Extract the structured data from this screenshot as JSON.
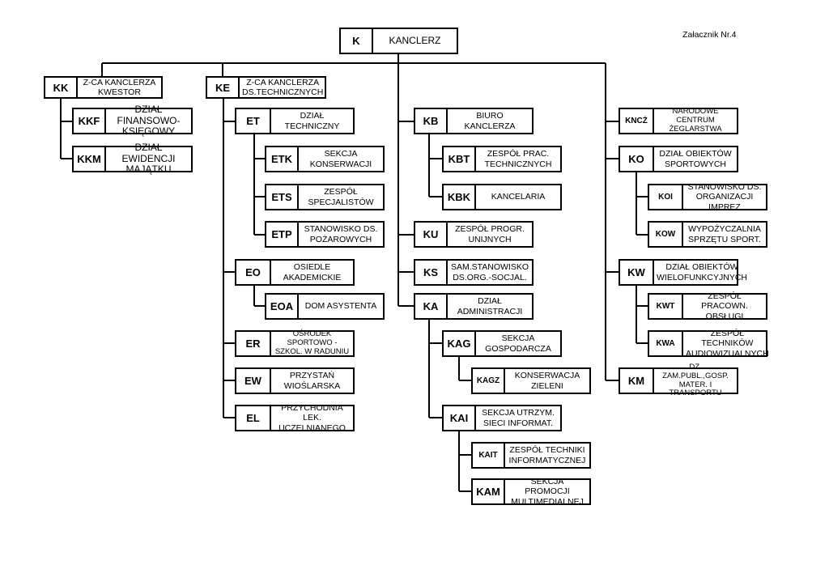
{
  "annex_label": "Załacznik Nr.4",
  "units": {
    "k": {
      "code": "K",
      "label": "KANCLERZ"
    },
    "kk": {
      "code": "KK",
      "label": "Z-CA KANCLERZA\nKWESTOR"
    },
    "kkf": {
      "code": "KKF",
      "label": "DZIAŁ FINANSOWO-\nKSIĘGOWY"
    },
    "kkm": {
      "code": "KKM",
      "label": "DZIAŁ EWIDENCJI\nMAJĄTKU"
    },
    "ke": {
      "code": "KE",
      "label": "Z-CA KANCLERZA\nDS.TECHNICZNYCH"
    },
    "et": {
      "code": "ET",
      "label": "DZIAŁ TECHNICZNY"
    },
    "etk": {
      "code": "ETK",
      "label": "SEKCJA\nKONSERWACJI"
    },
    "ets": {
      "code": "ETS",
      "label": "ZESPÓŁ\nSPECJALISTÓW"
    },
    "etp": {
      "code": "ETP",
      "label": "STANOWISKO DS.\nPOŻAROWYCH"
    },
    "eo": {
      "code": "EO",
      "label": "OSIEDLE\nAKADEMICKIE"
    },
    "eoa": {
      "code": "EOA",
      "label": "DOM ASYSTENTA"
    },
    "er": {
      "code": "ER",
      "label": "OŚRODEK SPORTOWO -\nSZKOL. W RADUNIU"
    },
    "ew": {
      "code": "EW",
      "label": "PRZYSTAŃ\nWIOŚLARSKA"
    },
    "el": {
      "code": "EL",
      "label": "PRZYCHODNIA LEK.\nUCZELNIANEGO"
    },
    "kb": {
      "code": "KB",
      "label": "BIURO KANCLERZA"
    },
    "kbt": {
      "code": "KBT",
      "label": "ZESPÓŁ PRAC.\nTECHNICZNYCH"
    },
    "kbk": {
      "code": "KBK",
      "label": "KANCELARIA"
    },
    "ku": {
      "code": "KU",
      "label": "ZESPÓŁ PROGR.\nUNIJNYCH"
    },
    "ks": {
      "code": "KS",
      "label": "SAM.STANOWISKO\nDS.ORG.-SOCJAL."
    },
    "ka": {
      "code": "KA",
      "label": "DZIAŁ ADMINISTRACJI"
    },
    "kag": {
      "code": "KAG",
      "label": "SEKCJA\nGOSPODARCZA"
    },
    "kagz": {
      "code": "KAGZ",
      "label": "KONSERWACJA\nZIELENI"
    },
    "kai": {
      "code": "KAI",
      "label": "SEKCJA UTRZYM.\nSIECI INFORMAT."
    },
    "kait": {
      "code": "KAIT",
      "label": "ZESPÓŁ TECHNIKI\nINFORMATYCZNEJ"
    },
    "kam": {
      "code": "KAM",
      "label": "SEKCJA PROMOCJI\nMULTIMEDIALNEJ"
    },
    "kncz": {
      "code": "KNCŻ",
      "label": "NARODOWE CENTRUM\nŻEGLARSTWA"
    },
    "ko": {
      "code": "KO",
      "label": "DZIAŁ OBIEKTÓW\nSPORTOWYCH"
    },
    "koi": {
      "code": "KOI",
      "label": "STANOWISKO DS.\nORGANIZACJI IMPREZ"
    },
    "kow": {
      "code": "KOW",
      "label": "WYPOŻYCZALNIA\nSPRZĘTU SPORT."
    },
    "kw": {
      "code": "KW",
      "label": "DZIAŁ OBIEKTÓW\nWIELOFUNKCYJNYCH"
    },
    "kwt": {
      "code": "KWT",
      "label": "ZESPÓŁ PRACOWN.\nOBSŁUGI"
    },
    "kwa": {
      "code": "KWA",
      "label": "ZESPÓŁ TECHNIKÓW\nAUDIOWIZUALNYCH"
    },
    "km": {
      "code": "KM",
      "label": "DZ. ZAM.PUBL.,GOSP.\nMATER. I TRANSPORTU"
    }
  }
}
